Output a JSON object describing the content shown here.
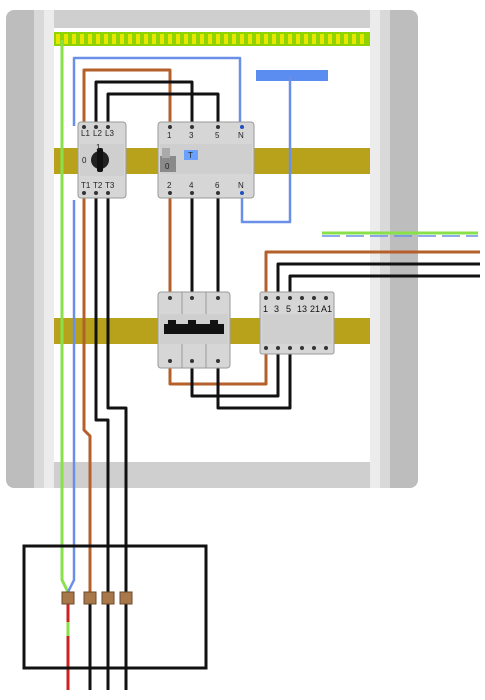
{
  "diagram": {
    "switch_top_terminals": [
      "L1",
      "L2",
      "L3"
    ],
    "switch_bottom_terminals": [
      "T1",
      "T2",
      "T3"
    ],
    "switch_positions": {
      "off": "0",
      "on": "1"
    },
    "rcd_top_terminals": [
      "1",
      "3",
      "5",
      "N"
    ],
    "rcd_bottom_terminals": [
      "2",
      "4",
      "6",
      "N"
    ],
    "rcd_test_button": "T",
    "rcd_indicator": "0",
    "contactor_terminals": [
      "1",
      "3",
      "5",
      "13",
      "21",
      "A1"
    ]
  },
  "colors": {
    "cabinet_frame": "#c0c0c0",
    "cabinet_inner": "#e8e8e8",
    "din_rail": "#b8a21c",
    "ground_bar_green": "#8fd400",
    "ground_bar_yellow": "#e6e600",
    "wire_brown": "#b5602a",
    "wire_black": "#111111",
    "wire_blue": "#6a8fe6",
    "wire_green": "#88e04a",
    "wire_red": "#cc2222",
    "device_body": "#d6d6d6",
    "knob": "#222222",
    "test_button": "#6aa0ff",
    "n_bar": "#5b8cf0"
  }
}
